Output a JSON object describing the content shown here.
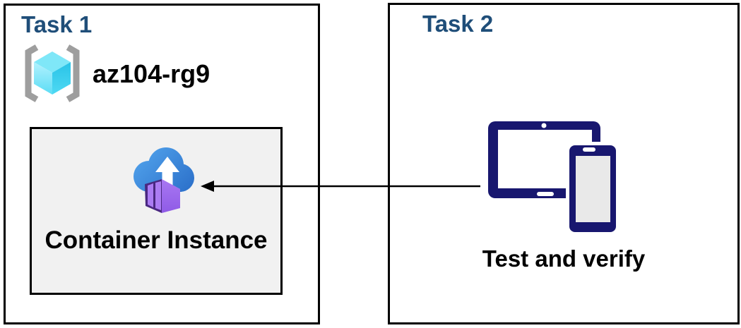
{
  "diagram": {
    "task1": {
      "title": "Task 1",
      "resource_group_name": "az104-rg9",
      "container_label": "Container Instance"
    },
    "task2": {
      "title": "Task 2",
      "device_label": "Test and verify"
    },
    "connector": {
      "type": "arrow",
      "direction": "right-to-left",
      "from": "task2-devices",
      "to": "task1-container-instance"
    },
    "colors": {
      "heading_blue": "#1F4E79",
      "device_navy": "#18176F",
      "cloud_blue": "#3F87D9",
      "container_purple": "#9C6BEC",
      "container_frame_purple": "#4A2881",
      "cube_cyan": "#50DFF5",
      "bracket_gray": "#9E9E9E",
      "subbox_fill": "#F1F1F1",
      "border_black": "#000000"
    }
  }
}
